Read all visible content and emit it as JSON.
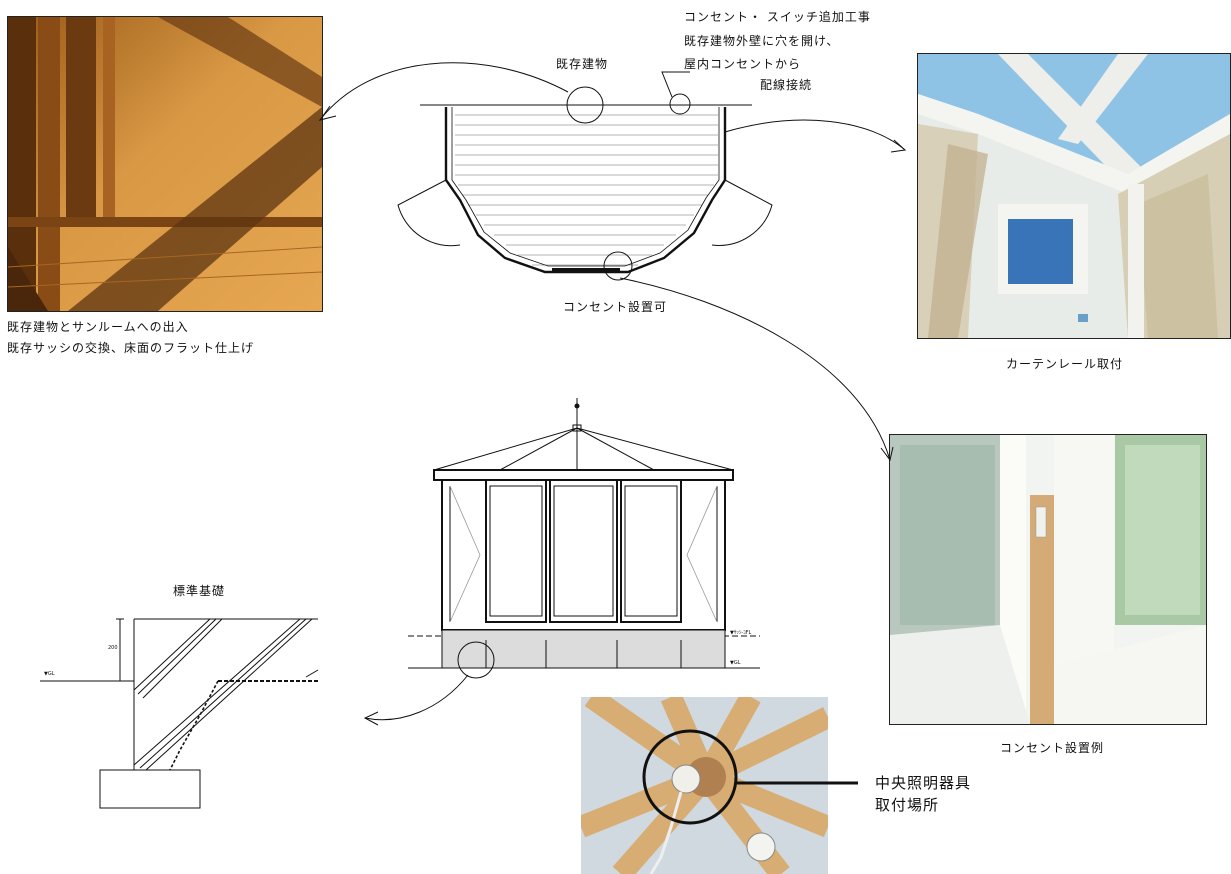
{
  "labels": {
    "existing_building": "既存建物",
    "outlet_work_1": "コンセント・ スイッチ追加工事",
    "outlet_work_2": "既存建物外壁に穴を開け、",
    "outlet_work_3": "屋内コンセントから",
    "outlet_work_4": "配線接続",
    "outlet_possible": "コンセント設置可",
    "entrance_1": "既存建物とサンルームへの出入",
    "entrance_2": "既存サッシの交換、床面のフラット仕上げ",
    "curtain_rail": "カーテンレール取付",
    "foundation_title": "標準基礎",
    "gl_mark": "▼GL",
    "height_mark": "200",
    "sash_mark": "▼ｻｯｼ-ｺFL",
    "gl_mark_2": "▼GL",
    "outlet_example": "コンセント設置例",
    "light_1": "中央照明器具",
    "light_2": "取付場所"
  },
  "colors": {
    "line": "#111111",
    "photo_floor_wood": "#c98a34",
    "photo_sky": "#8fc3e6",
    "photo_beam": "#d7ad74"
  }
}
